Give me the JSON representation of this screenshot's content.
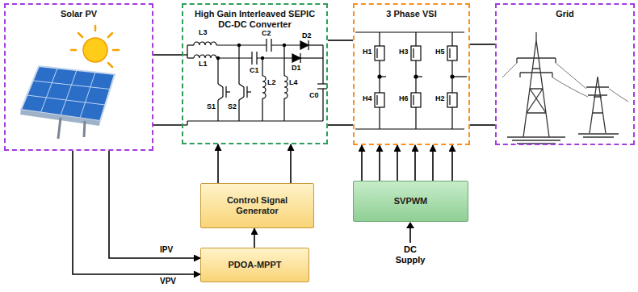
{
  "diagram": {
    "nodes": [
      {
        "text": [
          "Solar PV"
        ]
      },
      {
        "text": [
          "High Gain Interleaved SEPIC DC-DC Converter"
        ]
      },
      {
        "text": [
          "3 Phase VSI"
        ]
      },
      {
        "text": [
          "Grid"
        ]
      },
      {
        "text": [
          "Control Signal Generator"
        ]
      },
      {
        "text": [
          "PDOA-MPPT"
        ]
      },
      {
        "text": [
          "SVPWM"
        ]
      }
    ],
    "edges": [
      {
        "from": 0,
        "to": 1,
        "arrow": "none"
      },
      {
        "from": 0,
        "to": 1,
        "arrow": "none"
      },
      {
        "from": 1,
        "to": 2,
        "arrow": "none"
      },
      {
        "from": 1,
        "to": 2,
        "arrow": "none"
      },
      {
        "from": 2,
        "to": 3,
        "arrow": "none"
      },
      {
        "from": 2,
        "to": 3,
        "arrow": "none"
      },
      {
        "from": 5,
        "to": 4,
        "arrow": "to"
      },
      {
        "from": 4,
        "to": 1,
        "arrow": "to"
      },
      {
        "from": 4,
        "to": 1,
        "arrow": "to"
      },
      {
        "from": 6,
        "to": 2,
        "arrow": "to"
      },
      {
        "from": 6,
        "to": 2,
        "arrow": "to"
      },
      {
        "from": 6,
        "to": 2,
        "arrow": "to"
      },
      {
        "from": 6,
        "to": 2,
        "arrow": "to"
      },
      {
        "from": 6,
        "to": 2,
        "arrow": "to"
      },
      {
        "from": 6,
        "to": 2,
        "arrow": "to"
      },
      {
        "from": 0,
        "to": 5,
        "label": "IPV",
        "arrow": "to"
      },
      {
        "from": 0,
        "to": 5,
        "label": "VPV",
        "arrow": "to"
      }
    ],
    "labels": [
      "L3",
      "L1",
      "C2",
      "D2",
      "C1",
      "D1",
      "S1",
      "S2",
      "L2",
      "L4",
      "C0",
      "H1",
      "H3",
      "H5",
      "H4",
      "H6",
      "H2",
      "DC Supply"
    ]
  }
}
